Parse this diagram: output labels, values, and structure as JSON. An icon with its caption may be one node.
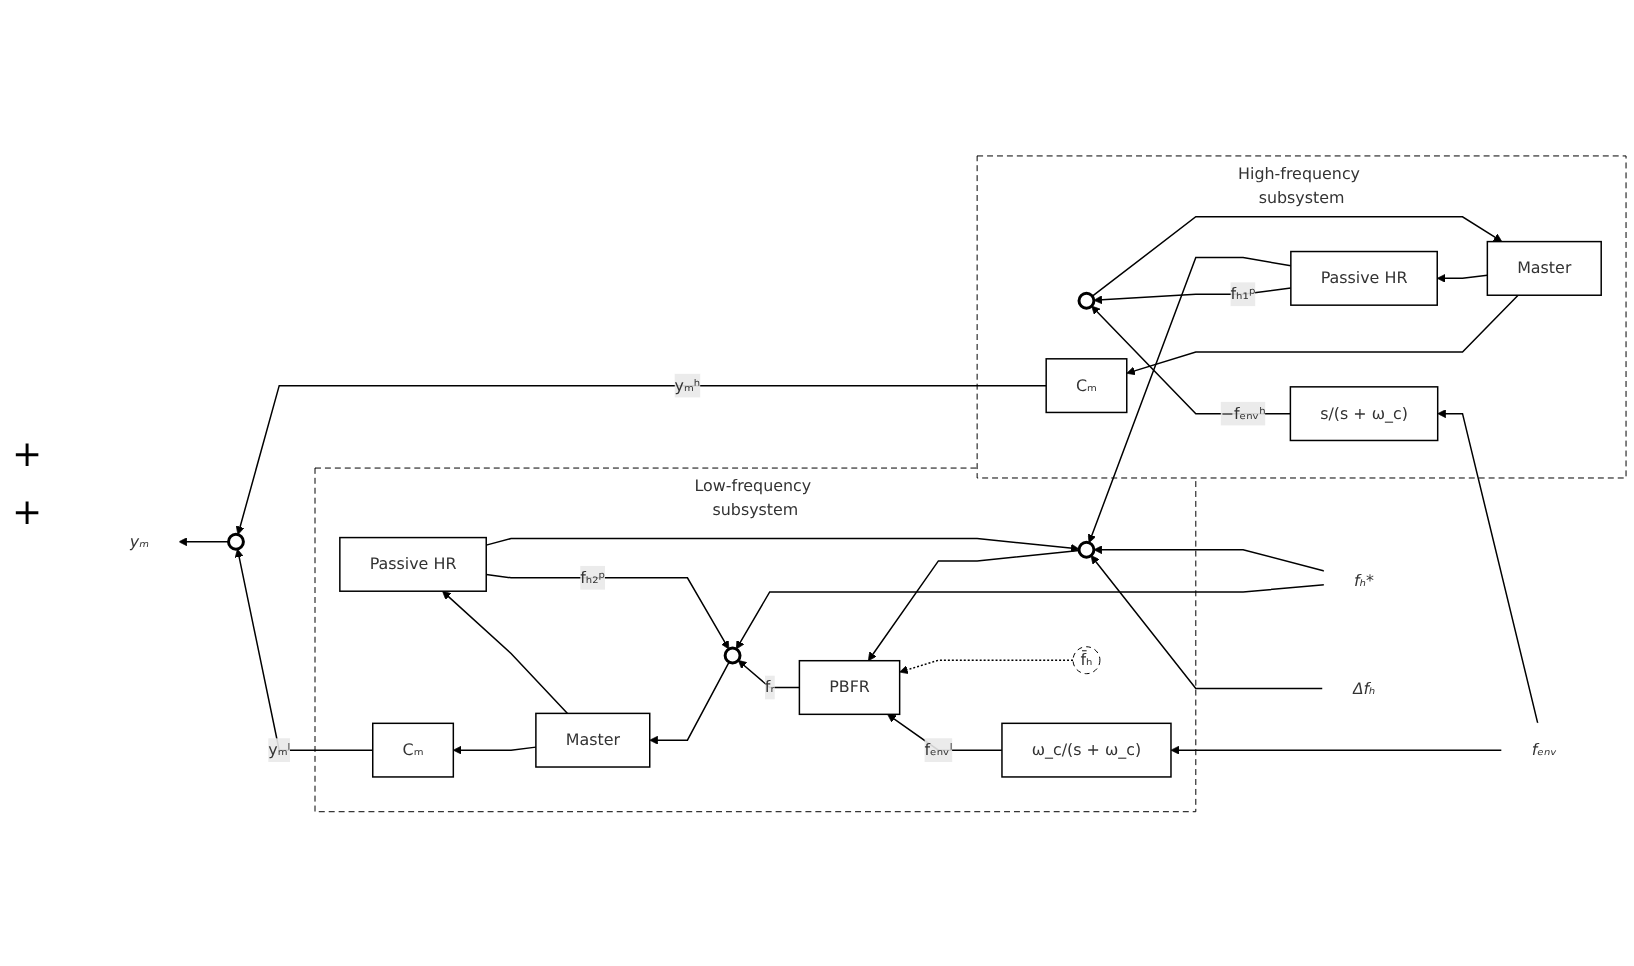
{
  "diagram": {
    "nodes": [
      {
        "text": [
          "High-frequency subsystem"
        ]
      },
      {
        "text": [
          "Cₘ"
        ],
        "in": 0
      },
      {
        "text": [
          "Master"
        ],
        "in": 0
      },
      {
        "text": [
          "Passive HR"
        ],
        "in": 0
      },
      {
        "text": [],
        "shape": "circle",
        "in": 0
      },
      {
        "text": [
          "s/(s + ω_c)"
        ],
        "in": 0
      },
      {
        "text": [
          "Low-frequency subsystem"
        ]
      },
      {
        "text": [
          "Cₘ"
        ],
        "in": 6
      },
      {
        "text": [
          "Master"
        ],
        "in": 6
      },
      {
        "text": [
          "Passive HR"
        ],
        "in": 6
      },
      {
        "text": [],
        "shape": "circle",
        "in": 6
      },
      {
        "text": [
          "PBFR"
        ],
        "in": 6
      },
      {
        "text": [
          "ω_c/(s + ω_c)"
        ],
        "in": 6
      },
      {
        "text": [],
        "shape": "circle",
        "in": 6
      },
      {
        "text": [
          "f̄ₕ"
        ],
        "in": 6
      },
      {
        "text": [],
        "shape": "circle"
      },
      {
        "text": [
          "yₘ"
        ]
      },
      {
        "text": [
          "fₑₙᵥ"
        ]
      },
      {
        "text": [
          "fₕ*"
        ]
      },
      {
        "text": [
          "Δfₕ"
        ]
      }
    ],
    "edges": [
      {
        "from": 2,
        "to": 1,
        "arrow": "to"
      },
      {
        "from": 2,
        "to": 3,
        "arrow": "to"
      },
      {
        "from": 4,
        "to": 2,
        "arrow": "to"
      },
      {
        "from": 5,
        "to": 4,
        "arrow": "to",
        "label": "−fₑₙᵥʰ"
      },
      {
        "from": 17,
        "to": 5,
        "arrow": "to"
      },
      {
        "from": 17,
        "to": 12,
        "arrow": "to"
      },
      {
        "from": 3,
        "to": 4,
        "arrow": "to",
        "label": "fₕ₁ᵖ"
      },
      {
        "from": 3,
        "to": 13,
        "arrow": "to"
      },
      {
        "from": 1,
        "to": 15,
        "arrow": "to",
        "label": "yₘʰ"
      },
      {
        "from": 7,
        "to": 15,
        "arrow": "to",
        "label": "yₘˡ"
      },
      {
        "from": 15,
        "to": 16,
        "arrow": "to"
      },
      {
        "from": 8,
        "to": 7,
        "arrow": "to"
      },
      {
        "from": 8,
        "to": 9,
        "arrow": "to"
      },
      {
        "from": 10,
        "to": 8,
        "arrow": "to"
      },
      {
        "from": 9,
        "to": 10,
        "arrow": "to",
        "label": "fₕ₂ᵖ"
      },
      {
        "from": 9,
        "to": 13,
        "arrow": "to"
      },
      {
        "from": 11,
        "to": 10,
        "arrow": "to",
        "label": "fᵣ"
      },
      {
        "from": 12,
        "to": 11,
        "arrow": "to",
        "label": "fₑₙᵥˡ"
      },
      {
        "from": 13,
        "to": 11,
        "arrow": "to"
      },
      {
        "from": 14,
        "to": 11,
        "arrow": "to",
        "style": "dashed"
      },
      {
        "from": 18,
        "to": 10,
        "arrow": "to"
      },
      {
        "from": 18,
        "to": 13,
        "arrow": "to"
      },
      {
        "from": 19,
        "to": 13,
        "arrow": "to"
      }
    ],
    "labels": [
      "+",
      "+"
    ]
  }
}
